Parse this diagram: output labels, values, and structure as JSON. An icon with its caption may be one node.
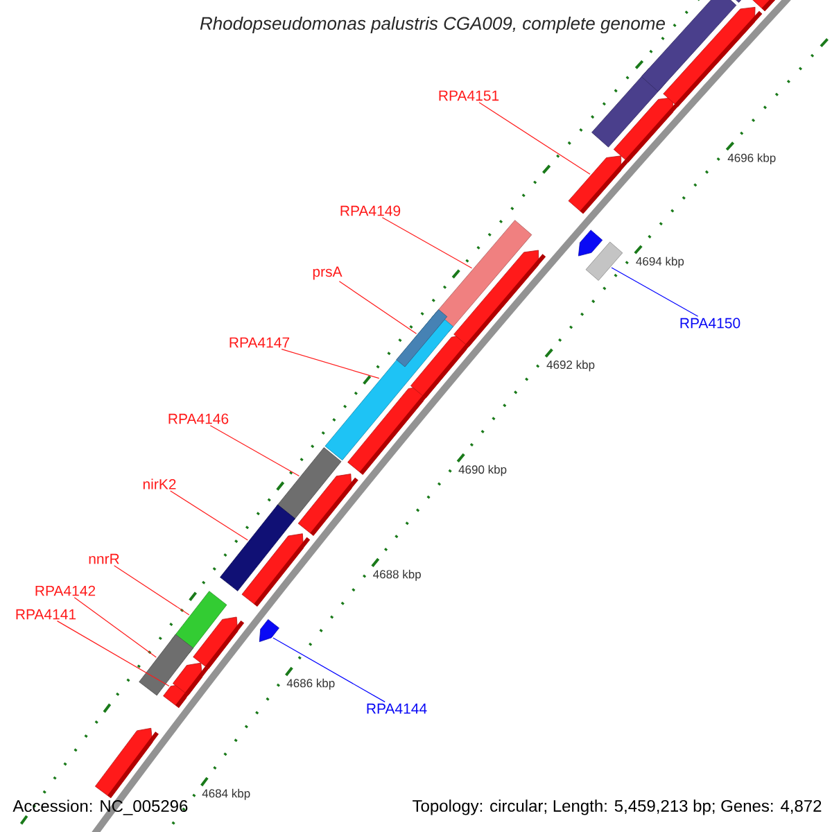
{
  "diagram": {
    "title": "Rhodopseudomonas palustris CGA009, complete genome",
    "nodes": [
      {
        "text": [
          "RPA4151"
        ]
      },
      {
        "text": [],
        "shape": "bar"
      },
      {
        "text": [
          "RPA4149"
        ]
      },
      {
        "text": [],
        "shape": "bar"
      },
      {
        "text": [
          "RPA4150"
        ]
      },
      {
        "text": [],
        "shape": "bar"
      },
      {
        "text": [
          "prsA"
        ]
      },
      {
        "text": [],
        "shape": "bar",
        "in": 9
      },
      {
        "text": [
          "RPA4147"
        ]
      },
      {
        "text": [],
        "shape": "bar"
      },
      {
        "text": [
          "RPA4146"
        ]
      },
      {
        "text": [],
        "shape": "bar"
      },
      {
        "text": [
          "nirK2"
        ]
      },
      {
        "text": [],
        "shape": "bar"
      },
      {
        "text": [
          "nnrR"
        ]
      },
      {
        "text": [],
        "shape": "bar"
      },
      {
        "text": [
          "RPA4142"
        ]
      },
      {
        "text": [],
        "shape": "bar"
      },
      {
        "text": [
          "RPA4141"
        ]
      },
      {
        "text": [],
        "shape": "bar"
      },
      {
        "text": [
          "RPA4144"
        ]
      },
      {
        "text": [],
        "shape": "bar"
      },
      {
        "text": [],
        "shape": "bar"
      },
      {
        "text": [],
        "shape": "bar"
      },
      {
        "text": [],
        "shape": "bar"
      },
      {
        "text": [],
        "shape": "bar"
      },
      {
        "text": [],
        "shape": "bar"
      },
      {
        "text": [],
        "shape": "bar"
      },
      {
        "text": [],
        "shape": "bar"
      },
      {
        "text": [],
        "shape": "bar"
      },
      {
        "text": [],
        "shape": "bar"
      },
      {
        "text": [],
        "shape": "bar"
      },
      {
        "text": [],
        "shape": "bar"
      },
      {
        "text": [],
        "shape": "bar"
      },
      {
        "text": [],
        "shape": "bar"
      },
      {
        "text": [],
        "shape": "bar"
      },
      {
        "text": [],
        "shape": "bar"
      }
    ],
    "edges": [
      {
        "from": 0,
        "to": 1,
        "arrow": "none"
      },
      {
        "from": 2,
        "to": 3,
        "arrow": "none"
      },
      {
        "from": 4,
        "to": 5,
        "arrow": "none",
        "color": "#0000ff"
      },
      {
        "from": 6,
        "to": 7,
        "arrow": "none"
      },
      {
        "from": 8,
        "to": 9,
        "arrow": "none"
      },
      {
        "from": 10,
        "to": 11,
        "arrow": "none"
      },
      {
        "from": 12,
        "to": 13,
        "arrow": "none"
      },
      {
        "from": 14,
        "to": 15,
        "arrow": "none"
      },
      {
        "from": 16,
        "to": 17,
        "arrow": "none"
      },
      {
        "from": 18,
        "to": 19,
        "arrow": "none"
      },
      {
        "from": 20,
        "to": 21,
        "arrow": "none",
        "color": "#0000ff"
      }
    ],
    "labels": [
      "4696 kbp",
      "4694 kbp",
      "4692 kbp",
      "4690 kbp",
      "4688 kbp",
      "4686 kbp",
      "4684 kbp",
      "Accession: NC_005296",
      "Topology: circular; Length: 5,459,213 bp; Genes: 4,872"
    ]
  }
}
